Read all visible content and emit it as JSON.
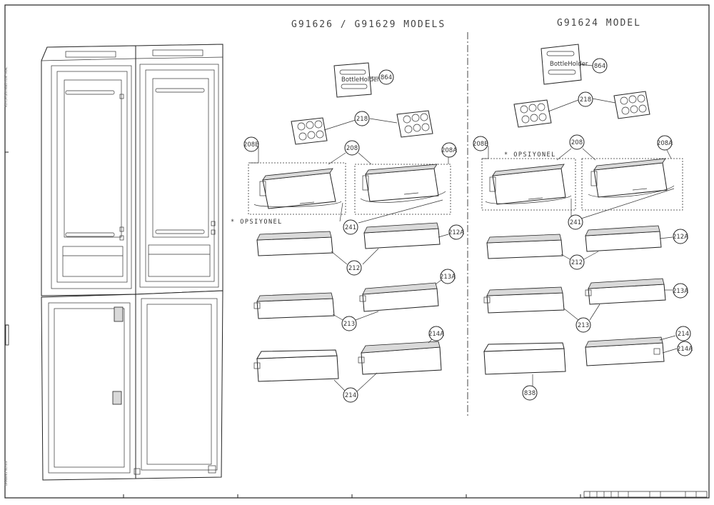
{
  "titles": {
    "left": "G91626 / G91629 MODELS",
    "right": "G91624 MODEL"
  },
  "labels": {
    "bottle_holder": "BottleHolder",
    "optional": "* OPSIYONEL"
  },
  "callouts_left": {
    "c864": "864",
    "c218": "218",
    "c208": "208",
    "c208A": "208A",
    "c208B": "208B",
    "c241": "241",
    "c212": "212",
    "c212A": "212A",
    "c213": "213",
    "c213A": "213A",
    "c214": "214",
    "c214A": "214A"
  },
  "callouts_right": {
    "c864": "864",
    "c218": "218",
    "c208": "208",
    "c208A": "208A",
    "c208B": "208B",
    "c241": "241",
    "c212": "212",
    "c212A": "212A",
    "c213": "213",
    "c213A": "213A",
    "c214": "214",
    "c214A": "214A",
    "c838": "838"
  }
}
